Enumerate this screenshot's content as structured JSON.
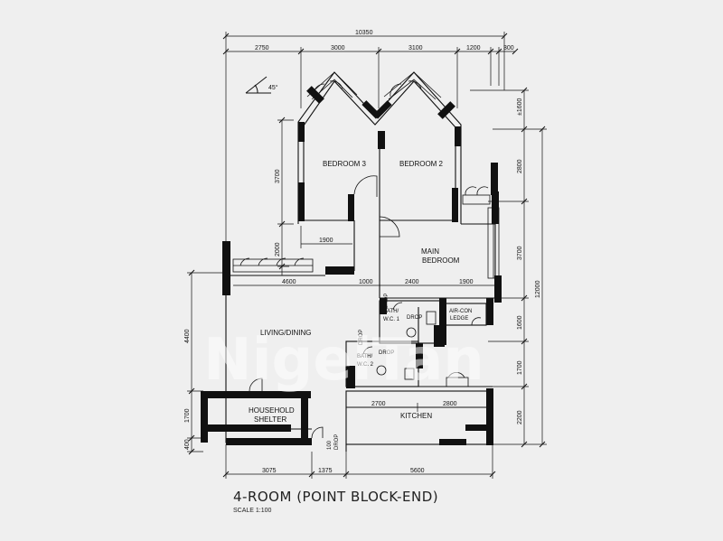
{
  "plan": {
    "title": "4-ROOM (POINT BLOCK-END)",
    "scale": "SCALE  1:100",
    "north_angle": "45°",
    "watermark": "NigelTan"
  },
  "dimensions": {
    "top_total": "10350",
    "top": [
      "2750",
      "3000",
      "3100",
      "1200",
      "300"
    ],
    "right_inner": [
      "±1600",
      "2800",
      "3700",
      "1600",
      "1700",
      "2200"
    ],
    "right_total": "12000",
    "left_inner": [
      "3700",
      "2000"
    ],
    "left_outer": [
      "4400",
      "1700",
      "400"
    ],
    "bottom": [
      "3075",
      "1375",
      "5600"
    ],
    "mid_1900": "1900",
    "mid_row": [
      "4600",
      "1000",
      "2400",
      "1900"
    ],
    "kitchen": [
      "2700",
      "2800"
    ]
  },
  "rooms": {
    "bedroom3": "BEDROOM 3",
    "bedroom2": "BEDROOM 2",
    "main_bedroom_1": "MAIN",
    "main_bedroom_2": "BEDROOM",
    "living": "LIVING/DINING",
    "bath1_1": "BATH/",
    "bath1_2": "W.C. 1",
    "bath2_1": "BATH/",
    "bath2_2": "W.C. 2",
    "aircon_1": "AIR-CON",
    "aircon_2": "LEDGE",
    "kitchen": "KITCHEN",
    "shelter_1": "HOUSEHOLD",
    "shelter_2": "SHELTER",
    "drop": "DROP",
    "drop_100": "100",
    "drop_label": "DROP"
  },
  "colors": {
    "line": "#111111",
    "background": "#efefef"
  }
}
